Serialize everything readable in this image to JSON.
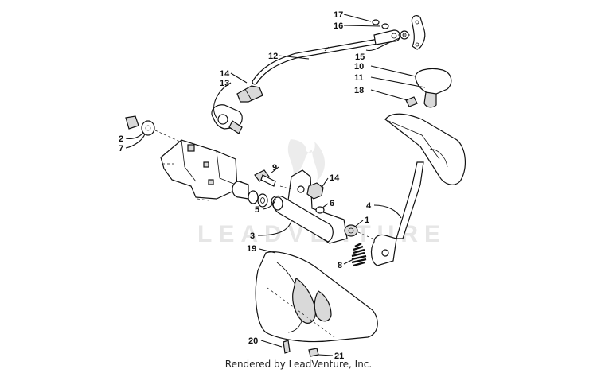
{
  "watermark": "LEADVENTURE",
  "footer": "Rendered by LeadVenture, Inc.",
  "callouts": {
    "c1": "1",
    "c2": "2",
    "c3": "3",
    "c4": "4",
    "c5": "5",
    "c6": "6",
    "c7": "7",
    "c8": "8",
    "c9": "9",
    "c10": "10",
    "c11": "11",
    "c12": "12",
    "c13": "13",
    "c14a": "14",
    "c14b": "14",
    "c15": "15",
    "c16": "16",
    "c17": "17",
    "c18": "18",
    "c19": "19",
    "c20": "20",
    "c21": "21"
  }
}
